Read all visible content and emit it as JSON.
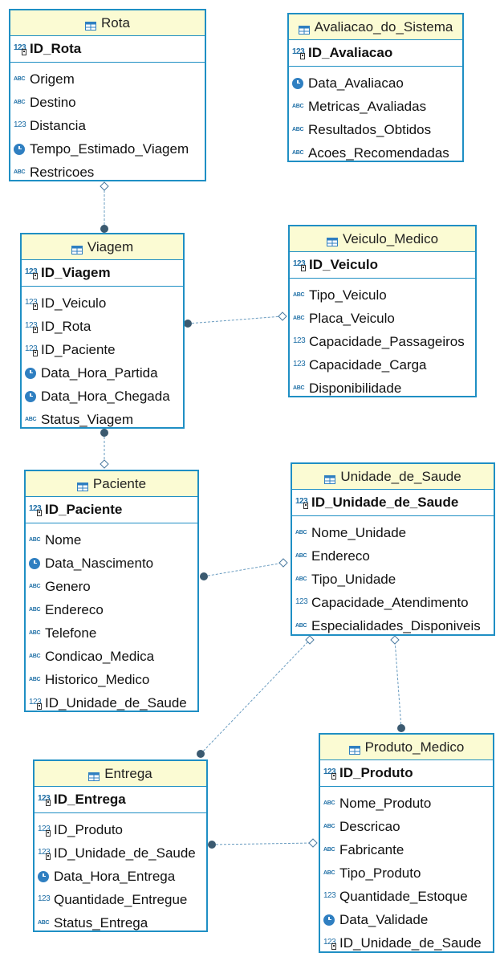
{
  "entities": {
    "rota": {
      "title": "Rota",
      "pk": {
        "name": "ID_Rota",
        "type": "pk"
      },
      "attrs": [
        {
          "name": "Origem",
          "type": "abc"
        },
        {
          "name": "Destino",
          "type": "abc"
        },
        {
          "name": "Distancia",
          "type": "num"
        },
        {
          "name": "Tempo_Estimado_Viagem",
          "type": "clock"
        },
        {
          "name": "Restricoes",
          "type": "abc"
        }
      ]
    },
    "avaliacao": {
      "title": "Avaliacao_do_Sistema",
      "pk": {
        "name": "ID_Avaliacao",
        "type": "pk"
      },
      "attrs": [
        {
          "name": "Data_Avaliacao",
          "type": "clock"
        },
        {
          "name": "Metricas_Avaliadas",
          "type": "abc"
        },
        {
          "name": "Resultados_Obtidos",
          "type": "abc"
        },
        {
          "name": "Acoes_Recomendadas",
          "type": "abc"
        }
      ]
    },
    "viagem": {
      "title": "Viagem",
      "pk": {
        "name": "ID_Viagem",
        "type": "pk"
      },
      "attrs": [
        {
          "name": "ID_Veiculo",
          "type": "fk"
        },
        {
          "name": "ID_Rota",
          "type": "fk"
        },
        {
          "name": "ID_Paciente",
          "type": "fk"
        },
        {
          "name": "Data_Hora_Partida",
          "type": "clock"
        },
        {
          "name": "Data_Hora_Chegada",
          "type": "clock"
        },
        {
          "name": "Status_Viagem",
          "type": "abc"
        }
      ]
    },
    "veiculo": {
      "title": "Veiculo_Medico",
      "pk": {
        "name": "ID_Veiculo",
        "type": "pk"
      },
      "attrs": [
        {
          "name": "Tipo_Veiculo",
          "type": "abc"
        },
        {
          "name": "Placa_Veiculo",
          "type": "abc"
        },
        {
          "name": "Capacidade_Passageiros",
          "type": "num"
        },
        {
          "name": "Capacidade_Carga",
          "type": "num"
        },
        {
          "name": "Disponibilidade",
          "type": "abc"
        }
      ]
    },
    "paciente": {
      "title": "Paciente",
      "pk": {
        "name": "ID_Paciente",
        "type": "pk"
      },
      "attrs": [
        {
          "name": "Nome",
          "type": "abc"
        },
        {
          "name": "Data_Nascimento",
          "type": "clock"
        },
        {
          "name": "Genero",
          "type": "abc"
        },
        {
          "name": "Endereco",
          "type": "abc"
        },
        {
          "name": "Telefone",
          "type": "abc"
        },
        {
          "name": "Condicao_Medica",
          "type": "abc"
        },
        {
          "name": "Historico_Medico",
          "type": "abc"
        },
        {
          "name": "ID_Unidade_de_Saude",
          "type": "fk"
        }
      ]
    },
    "unidade": {
      "title": "Unidade_de_Saude",
      "pk": {
        "name": "ID_Unidade_de_Saude",
        "type": "pk"
      },
      "attrs": [
        {
          "name": "Nome_Unidade",
          "type": "abc"
        },
        {
          "name": "Endereco",
          "type": "abc"
        },
        {
          "name": "Tipo_Unidade",
          "type": "abc"
        },
        {
          "name": "Capacidade_Atendimento",
          "type": "num"
        },
        {
          "name": "Especialidades_Disponiveis",
          "type": "abc"
        }
      ]
    },
    "entrega": {
      "title": "Entrega",
      "pk": {
        "name": "ID_Entrega",
        "type": "pk"
      },
      "attrs": [
        {
          "name": "ID_Produto",
          "type": "fk"
        },
        {
          "name": "ID_Unidade_de_Saude",
          "type": "fk"
        },
        {
          "name": "Data_Hora_Entrega",
          "type": "clock"
        },
        {
          "name": "Quantidade_Entregue",
          "type": "num"
        },
        {
          "name": "Status_Entrega",
          "type": "abc"
        }
      ]
    },
    "produto": {
      "title": "Produto_Medico",
      "pk": {
        "name": "ID_Produto",
        "type": "pk"
      },
      "attrs": [
        {
          "name": "Nome_Produto",
          "type": "abc"
        },
        {
          "name": "Descricao",
          "type": "abc"
        },
        {
          "name": "Fabricante",
          "type": "abc"
        },
        {
          "name": "Tipo_Produto",
          "type": "abc"
        },
        {
          "name": "Quantidade_Estoque",
          "type": "num"
        },
        {
          "name": "Data_Validade",
          "type": "clock"
        },
        {
          "name": "ID_Unidade_de_Saude",
          "type": "fk"
        }
      ]
    }
  },
  "relationships": [
    {
      "from": "viagem",
      "to": "rota"
    },
    {
      "from": "viagem",
      "to": "veiculo"
    },
    {
      "from": "viagem",
      "to": "paciente"
    },
    {
      "from": "paciente",
      "to": "unidade"
    },
    {
      "from": "entrega",
      "to": "unidade"
    },
    {
      "from": "produto",
      "to": "unidade"
    },
    {
      "from": "entrega",
      "to": "produto"
    }
  ],
  "colors": {
    "border": "#1f8fc4",
    "header": "#fbfbd3",
    "line": "#6a9cc0",
    "icon": "#1f6fa6"
  }
}
